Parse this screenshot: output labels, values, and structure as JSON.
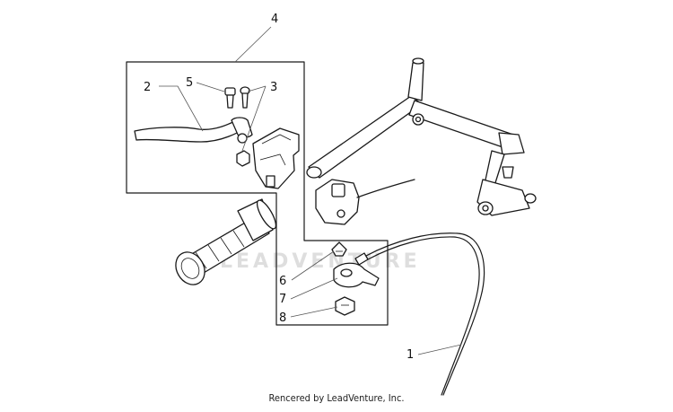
{
  "callouts": [
    "1",
    "2",
    "3",
    "4",
    "5",
    "6",
    "7",
    "8"
  ],
  "watermark": "LEADVENTURE",
  "credit": "Rencered by LeadVenture, Inc."
}
